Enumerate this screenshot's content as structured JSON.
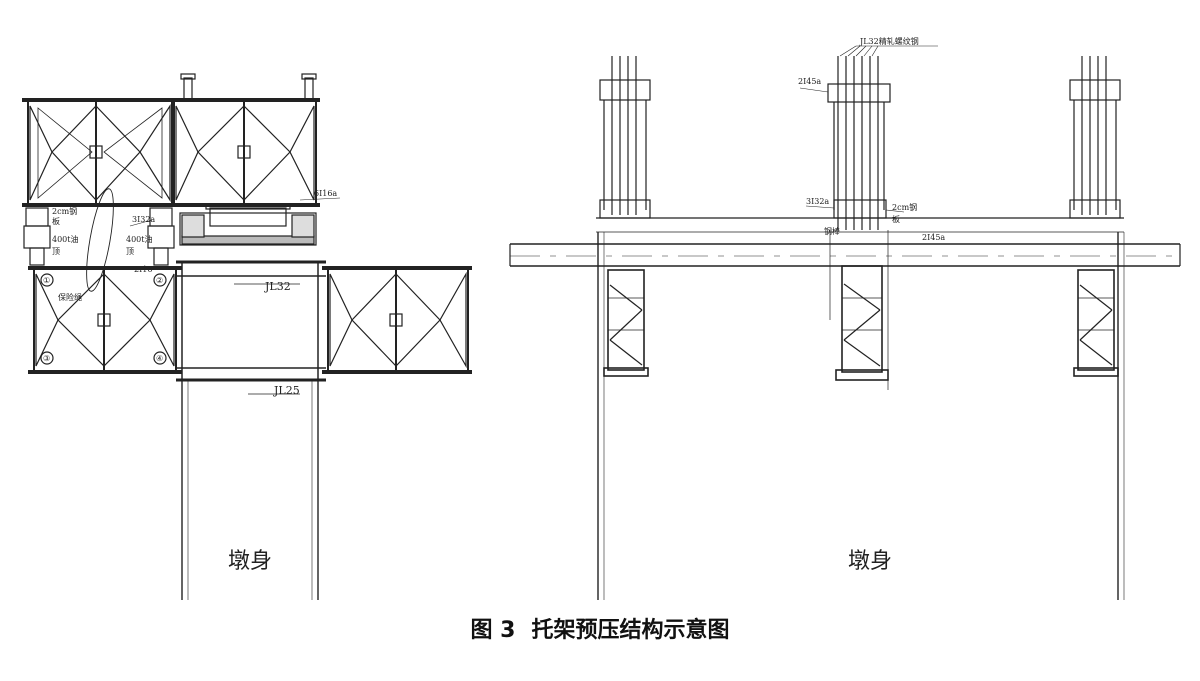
{
  "caption": {
    "number": "图 3",
    "title": "托架预压结构示意图"
  },
  "left_view": {
    "pier_label": "墩身",
    "beam_jl32": "JL32",
    "beam_jl25": "JL25",
    "jack_left_line1": "400t油",
    "jack_left_line2": "顶",
    "jack_right_line1": "400t油",
    "jack_right_line2": "顶",
    "plate_left": "板",
    "plate_left_top": "2cm钢",
    "steel_i": "3I32a",
    "steel_top": "6I16a",
    "rope_label": "保险绳",
    "circle_1": "①",
    "circle_2": "②",
    "circle_3": "③",
    "circle_4": "④",
    "small_top": "2I16"
  },
  "right_view": {
    "pier_label": "墩身",
    "rebar_label": "JL32精轧螺纹钢",
    "beam_2145": "2I45a",
    "beam_3132": "3I32a",
    "plate_label_1": "2cm钢",
    "plate_label_2": "板",
    "beam_2145_mid": "2I45a",
    "steel_mid": "钢棒"
  }
}
